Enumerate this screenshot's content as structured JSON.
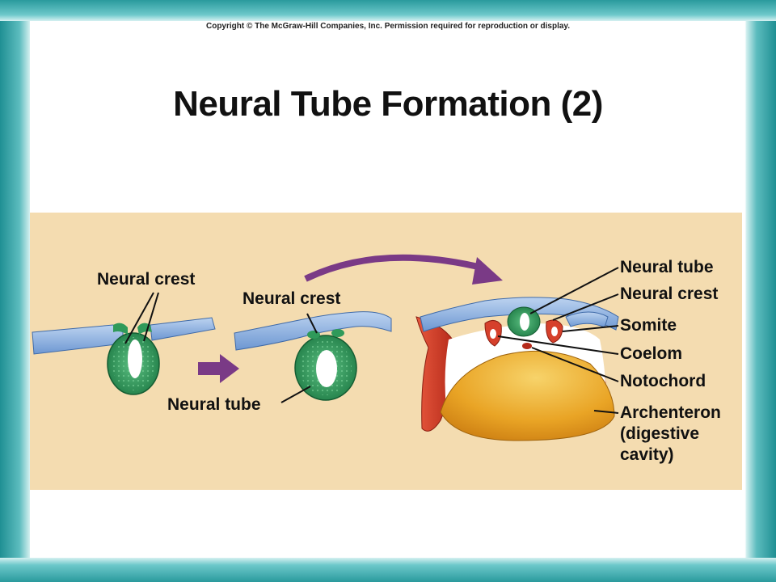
{
  "copyright": "Copyright © The McGraw-Hill Companies, Inc. Permission required for reproduction or display.",
  "title": "Neural Tube Formation (2)",
  "labels": {
    "stage1_neural_crest": "Neural crest",
    "stage2_neural_crest": "Neural crest",
    "neural_tube_left": "Neural tube",
    "right_neural_tube": "Neural tube",
    "right_neural_crest": "Neural crest",
    "somite": "Somite",
    "coelom": "Coelom",
    "notochord": "Notochord",
    "archenteron": "Archenteron",
    "digestive": "(digestive",
    "cavity": "cavity)"
  },
  "colors": {
    "ectoderm": "#8fb4e3",
    "neural_tissue": "#2f9a5a",
    "mesoderm": "#d6402b",
    "endoderm": "#e8a020",
    "arrow": "#7a3a86",
    "panel": "#f4dcb0",
    "frame": "#2a9a9d"
  }
}
